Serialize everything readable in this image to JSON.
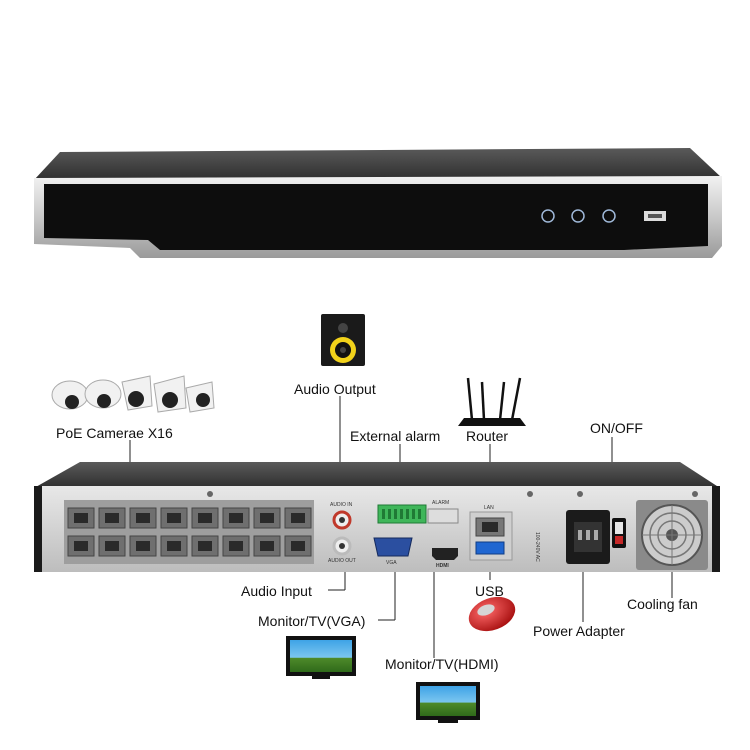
{
  "labels": {
    "audio_output": "Audio Output",
    "poe_cameras": "PoE Camerae X16",
    "external_alarm": "External alarm",
    "router": "Router",
    "on_off": "ON/OFF",
    "audio_input": "Audio Input",
    "usb": "USB",
    "cooling_fan": "Cooling fan",
    "monitor_vga": "Monitor/TV(VGA)",
    "power_adapter": "Power Adapter",
    "monitor_hdmi": "Monitor/TV(HDMI)"
  },
  "panel_text": {
    "audio_in": "AUDIO IN",
    "audio_out": "AUDIO OUT",
    "vga": "VGA",
    "hdmi": "HDMI",
    "lan": "LAN",
    "alarm": "ALARM",
    "power_rating": "100-240V AC"
  },
  "icons": {
    "front_buttons": [
      "power-icon",
      "status-icon",
      "network-icon"
    ],
    "usb_port": "usb-port-icon"
  }
}
